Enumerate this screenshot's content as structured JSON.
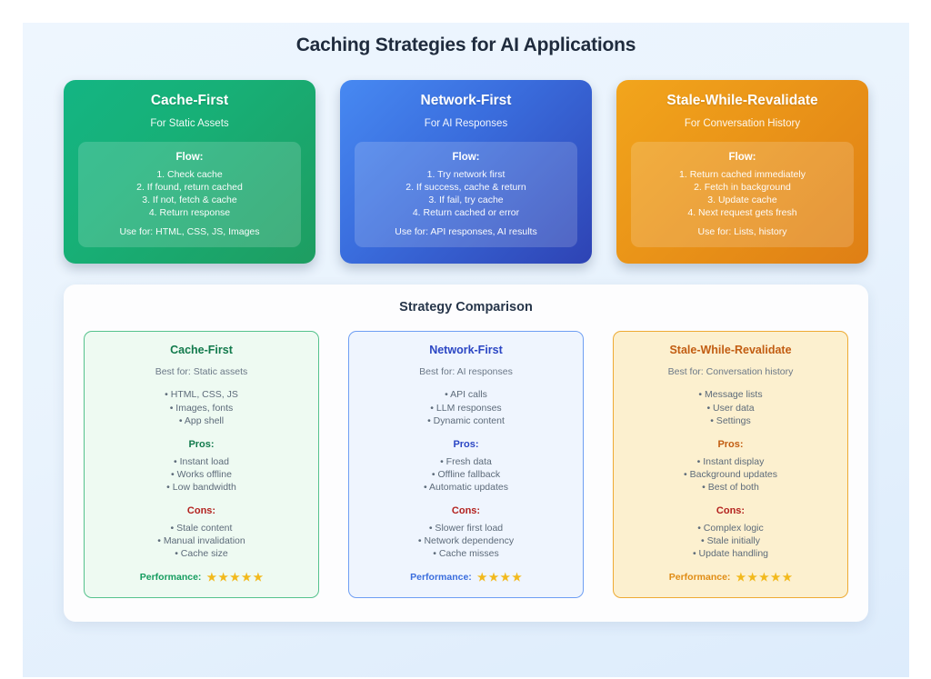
{
  "page": {
    "title": "Caching Strategies for AI Applications"
  },
  "strategy_cards": [
    {
      "theme": "green",
      "title": "Cache-First",
      "subtitle": "For Static Assets",
      "flow_label": "Flow:",
      "steps": [
        "1. Check cache",
        "2. If found, return cached",
        "3. If not, fetch & cache",
        "4. Return response"
      ],
      "use_for": "Use for: HTML, CSS, JS, Images"
    },
    {
      "theme": "blue",
      "title": "Network-First",
      "subtitle": "For AI Responses",
      "flow_label": "Flow:",
      "steps": [
        "1. Try network first",
        "2. If success, cache & return",
        "3. If fail, try cache",
        "4. Return cached or error"
      ],
      "use_for": "Use for: API responses, AI results"
    },
    {
      "theme": "orange",
      "title": "Stale-While-Revalidate",
      "subtitle": "For Conversation History",
      "flow_label": "Flow:",
      "steps": [
        "1. Return cached immediately",
        "2. Fetch in background",
        "3. Update cache",
        "4. Next request gets fresh"
      ],
      "use_for": "Use for: Lists, history"
    }
  ],
  "comparison": {
    "title": "Strategy Comparison",
    "pros_label": "Pros:",
    "cons_label": "Cons:",
    "performance_label": "Performance:",
    "columns": [
      {
        "theme": "green",
        "title": "Cache-First",
        "best_for": "Best for: Static assets",
        "bullets": [
          "• HTML, CSS, JS",
          "• Images, fonts",
          "• App shell"
        ],
        "pros": [
          "• Instant load",
          "• Works offline",
          "• Low bandwidth"
        ],
        "cons": [
          "• Stale content",
          "• Manual invalidation",
          "• Cache size"
        ],
        "performance_stars": 5
      },
      {
        "theme": "blue",
        "title": "Network-First",
        "best_for": "Best for: AI responses",
        "bullets": [
          "• API calls",
          "• LLM responses",
          "• Dynamic content"
        ],
        "pros": [
          "• Fresh data",
          "• Offline fallback",
          "• Automatic updates"
        ],
        "cons": [
          "• Slower first load",
          "• Network dependency",
          "• Cache misses"
        ],
        "performance_stars": 4
      },
      {
        "theme": "orange",
        "title": "Stale-While-Revalidate",
        "best_for": "Best for: Conversation history",
        "bullets": [
          "• Message lists",
          "• User data",
          "• Settings"
        ],
        "pros": [
          "• Instant display",
          "• Background updates",
          "• Best of both"
        ],
        "cons": [
          "• Complex logic",
          "• Stale initially",
          "• Update handling"
        ],
        "performance_stars": 5
      }
    ]
  },
  "colors": {
    "page_background_top": "#eef6fe",
    "page_background_bottom": "#ddecfc",
    "green": "#17b077",
    "blue": "#3a6ddd",
    "orange": "#ea9418",
    "cons_red": "#b3221f",
    "star_gold": "#f2b91c",
    "title_text": "#1f2b3d"
  },
  "icons": {
    "star": "★"
  }
}
